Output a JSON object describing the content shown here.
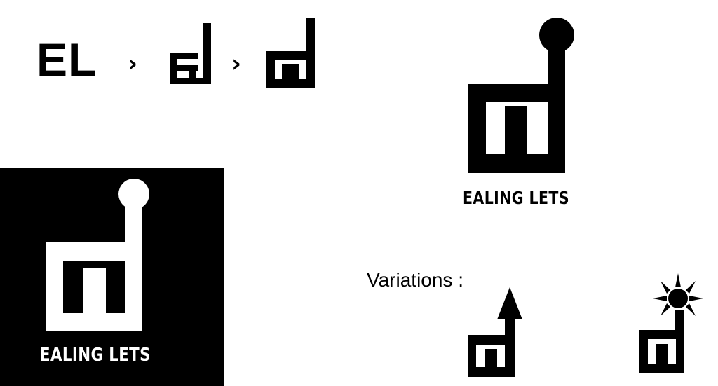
{
  "evolution": {
    "el_text": "EL",
    "arrow_glyph": "›",
    "steps": [
      "combined-el-mark",
      "final-mark"
    ]
  },
  "logo": {
    "wordmark": "EALING LETS",
    "primary_color": "#000000",
    "background_color": "#ffffff"
  },
  "inverted_logo": {
    "wordmark": "EALING LETS",
    "panel_color": "#000000",
    "mark_color": "#ffffff"
  },
  "variations": {
    "label": "Variations :",
    "items": [
      "arrow-variation",
      "sun-variation"
    ]
  }
}
